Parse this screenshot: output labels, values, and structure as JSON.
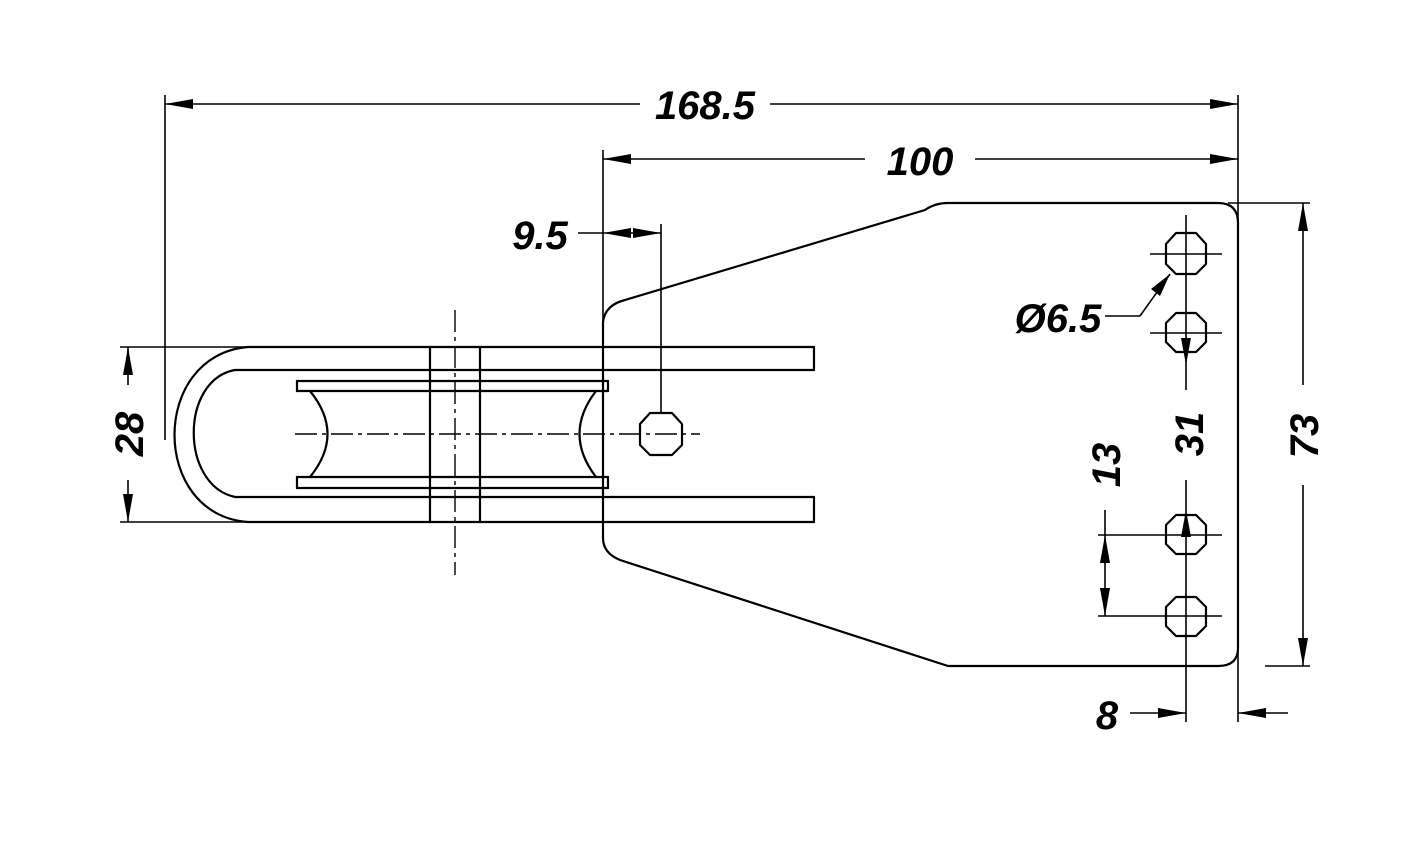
{
  "drawing": {
    "dimensions": {
      "overall_length": "168.5",
      "plate_length": "100",
      "pivot_offset": "9.5",
      "hole_diameter": "Ø6.5",
      "hole_spacing_small": "13",
      "hole_spacing_large": "31",
      "plate_height": "73",
      "sheave_width": "28",
      "hole_edge_offset": "8"
    }
  }
}
